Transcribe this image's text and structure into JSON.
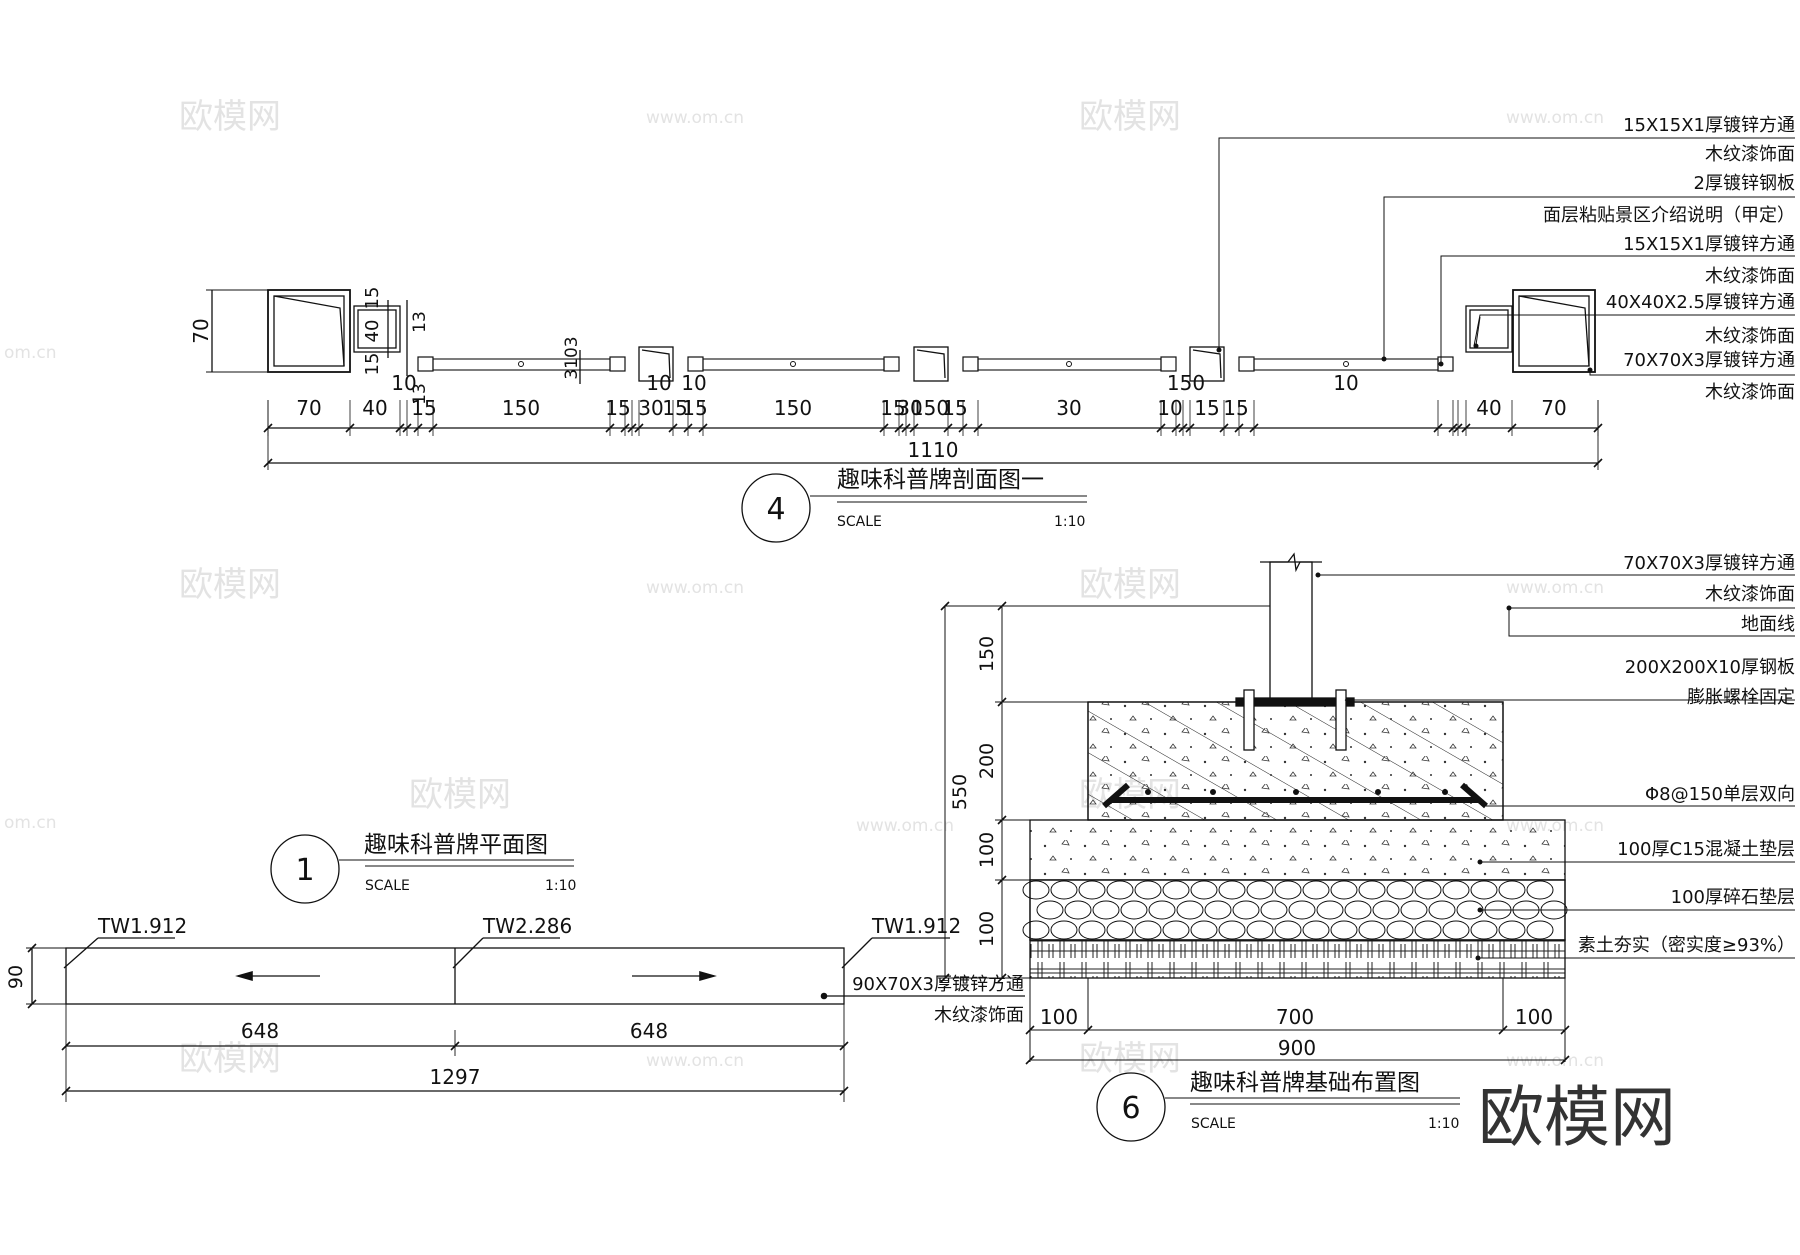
{
  "watermark": {
    "cn": "欧模网",
    "url": "www.om.cn",
    "side": "om.cn",
    "brand": "欧模网"
  },
  "dims_sec4": [
    "70",
    "40",
    "10",
    "15",
    "150",
    "15",
    "30",
    "15",
    "10",
    "150",
    "10",
    "15",
    "30",
    "15",
    "150",
    "15",
    "30",
    "10",
    "15",
    "150",
    "10",
    "15",
    "40",
    "70"
  ],
  "labels": {
    "dim_total_4": "1110",
    "dim_70_v": "70",
    "dim_40_v": "40",
    "dim_15a": "15",
    "dim_15b": "15",
    "dim_13a": "13",
    "dim_13b": "13",
    "dim_3103": "3103",
    "sec4_callouts": [
      "15X15X1厚镀锌方通",
      "木纹漆饰面",
      "2厚镀锌钢板",
      "面层粘贴景区介绍说明（甲定）",
      "15X15X1厚镀锌方通",
      "木纹漆饰面",
      "40X40X2.5厚镀锌方通",
      "木纹漆饰面",
      "70X70X3厚镀锌方通",
      "木纹漆饰面"
    ],
    "sec4_title": "趣味科普牌剖面图一",
    "sec4_number": "4",
    "scale_word": "SCALE",
    "scale_value": "1:10",
    "sec1_title": "趣味科普牌平面图",
    "sec1_number": "1",
    "tw_left": "TW1.912",
    "tw_mid": "TW2.286",
    "tw_right": "TW1.912",
    "sec1_dim_h": "90",
    "sec1_dim_a": "648",
    "sec1_dim_b": "648",
    "sec1_total": "1297",
    "sec1_callout1": "90X70X3厚镀锌方通",
    "sec1_callout2": "木纹漆饰面",
    "sec6_callouts": [
      "70X70X3厚镀锌方通",
      "木纹漆饰面",
      "地面线",
      "200X200X10厚钢板",
      "膨胀螺栓固定",
      "Φ8@150单层双向",
      "100厚C15混凝土垫层",
      "100厚碎石垫层",
      "素土夯实（密实度≥93%）"
    ],
    "sec6_vdims": [
      "150",
      "200",
      "100",
      "100"
    ],
    "sec6_vtotal": "550",
    "sec6_hdims": [
      "100",
      "700",
      "100"
    ],
    "sec6_htotal": "900",
    "sec6_title": "趣味科普牌基础布置图",
    "sec6_number": "6"
  }
}
